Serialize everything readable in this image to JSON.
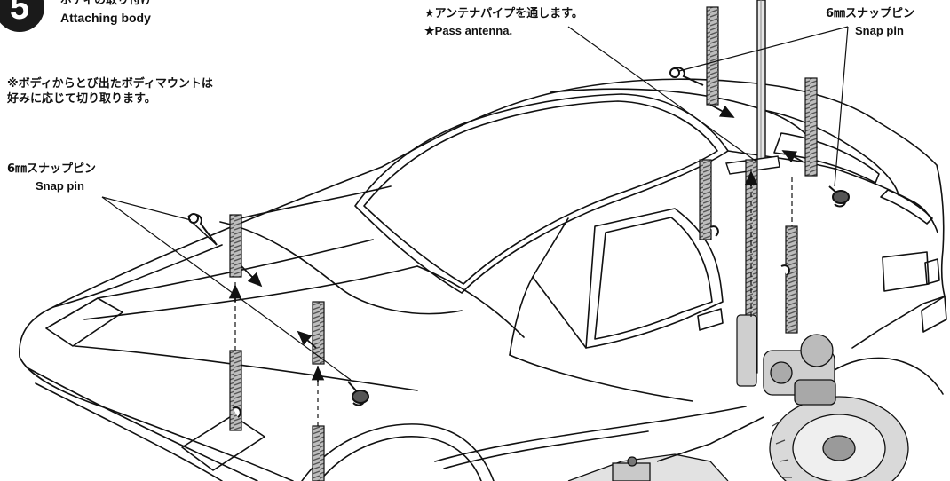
{
  "step": {
    "number": "5",
    "title_jp": "ボディの取り付け",
    "title_en": "Attaching body"
  },
  "note_jp": [
    "※ボディからとび出たボディマウントは",
    "好みに応じて切り取ります。"
  ],
  "antenna_note": {
    "jp": "★アンテナパイプを通します。",
    "en": "★Pass antenna."
  },
  "callout_right": {
    "jp": "6㎜スナップピン",
    "en": "Snap pin"
  },
  "callout_left": {
    "jp": "6㎜スナップピン",
    "en": "Snap pin"
  }
}
